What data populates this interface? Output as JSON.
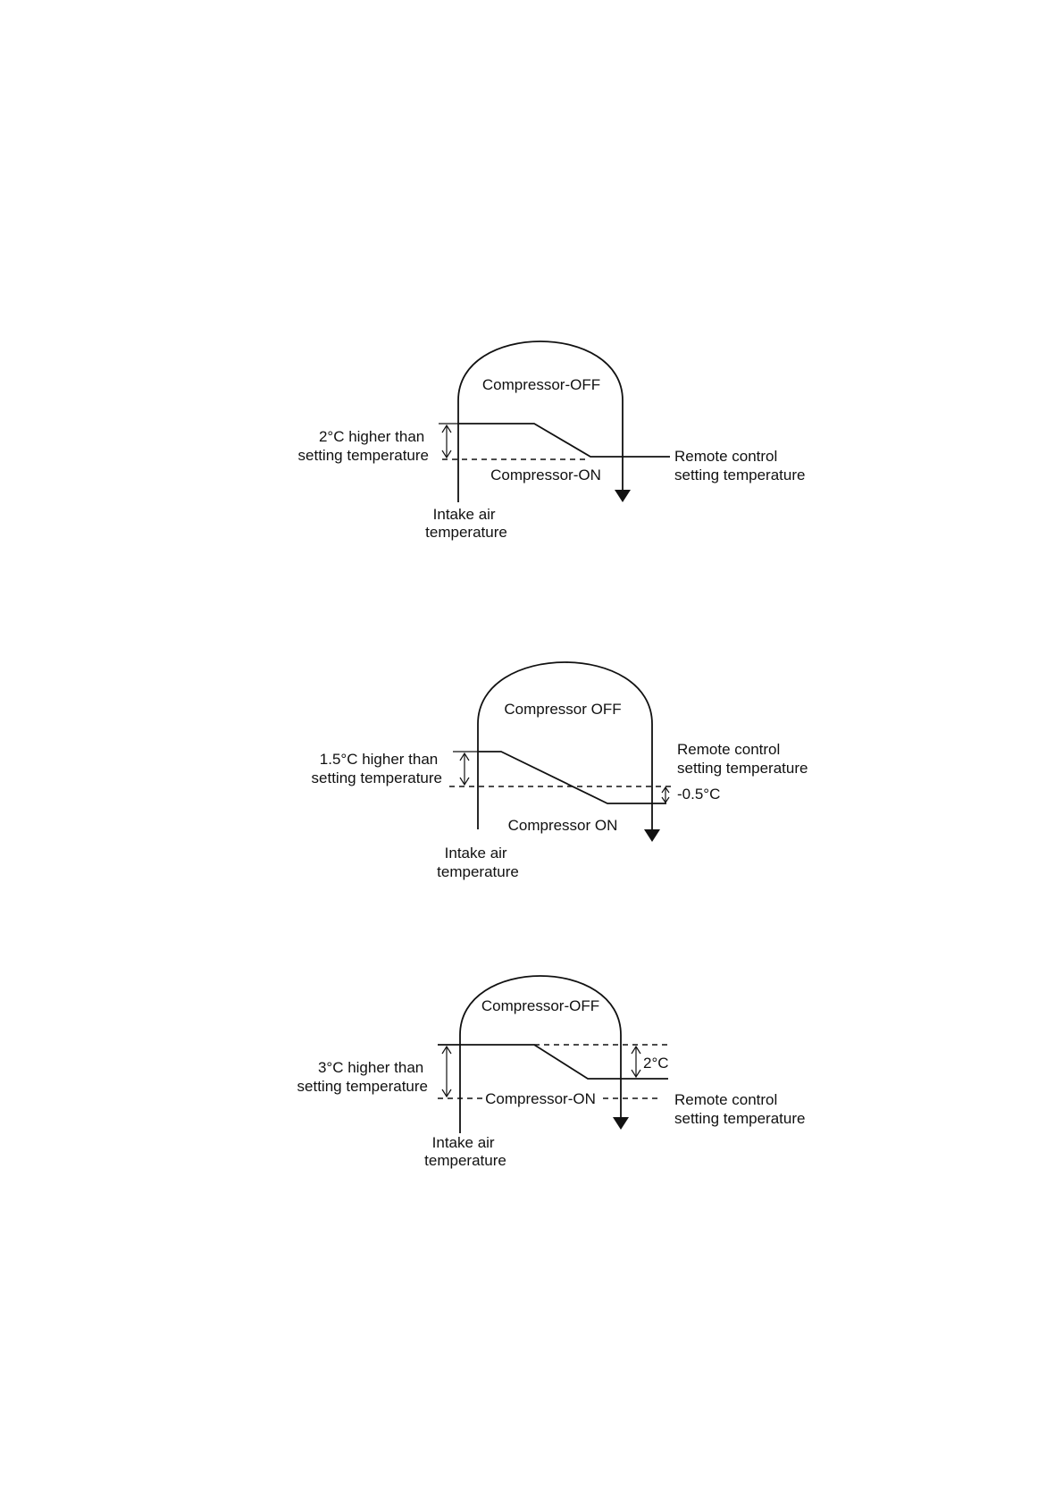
{
  "diagrams": [
    {
      "off_label": "Compressor-OFF",
      "on_label": "Compressor-ON",
      "offset_label": [
        "2°C higher than",
        "setting temperature"
      ],
      "setting_label": [
        "Remote control",
        "setting temperature"
      ],
      "intake_label": [
        "Intake air",
        "temperature"
      ]
    },
    {
      "off_label": "Compressor OFF",
      "on_label": "Compressor ON",
      "offset_label": [
        "1.5°C higher than",
        "setting temperature"
      ],
      "setting_label": [
        "Remote control",
        "setting temperature"
      ],
      "shift_label": "-0.5°C",
      "intake_label": [
        "Intake air",
        "temperature"
      ]
    },
    {
      "off_label": "Compressor-OFF",
      "on_label": "Compressor-ON",
      "offset_label": [
        "3°C higher than",
        "setting temperature"
      ],
      "setting_label": [
        "Remote control",
        "setting temperature"
      ],
      "shift_label": "2°C",
      "intake_label": [
        "Intake air",
        "temperature"
      ]
    }
  ]
}
